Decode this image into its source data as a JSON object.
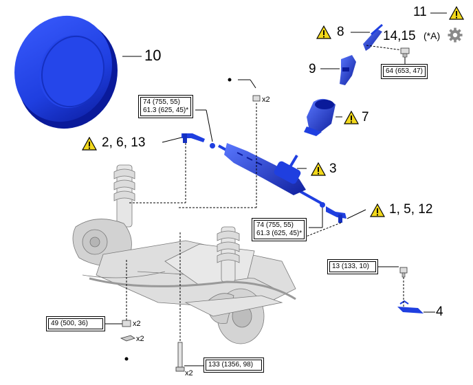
{
  "colors": {
    "part_blue": "#1f3fe0",
    "part_dark": "#0a1a9a",
    "warning_fill": "#f2d81b",
    "chassis": "#d8d8d8",
    "gear_gray": "#8a8a8a"
  },
  "icons": {
    "warning": "warning-triangle-icon",
    "gear": "gear-icon",
    "dot": "small-dot"
  },
  "callouts": {
    "c10": "10",
    "c11": "11",
    "c8": "8",
    "c14_15": "14,15",
    "c14_15_note": "(*A)",
    "c9": "9",
    "c7": "7",
    "c3": "3",
    "c2_6_13": "2, 6, 13",
    "c1_5_12": "1, 5, 12",
    "c4": "4"
  },
  "torque": {
    "t64": "64 (653, 47)",
    "t74_left_a": "74 (755, 55)",
    "t74_left_b": "61.3 (625, 45)*",
    "t74_right_a": "74 (755, 55)",
    "t74_right_b": "61.3 (625, 45)*",
    "t13": "13 (133, 10)",
    "t49": "49 (500, 36)",
    "t133": "133 (1356, 98)"
  },
  "multipliers": {
    "x2_top": "x2",
    "x2_nut": "x2",
    "x2_clip": "x2",
    "x2_bolt": "x2"
  }
}
